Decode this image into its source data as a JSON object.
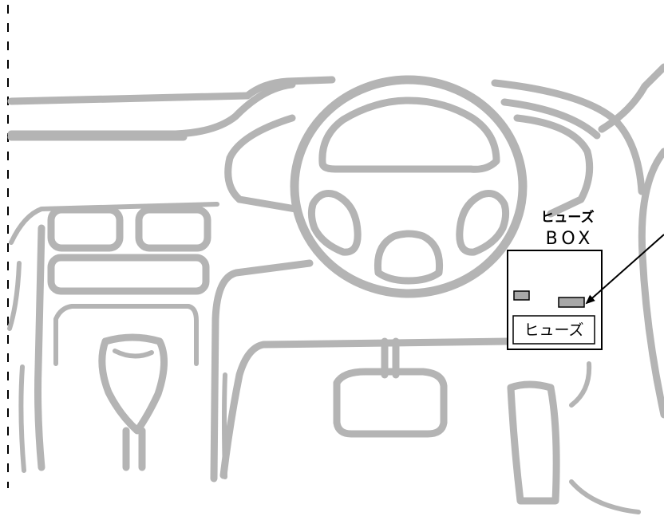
{
  "fuse_box": {
    "title_line1": "ヒューズ",
    "title_line2": "BOX",
    "inner_label": "ヒューズ"
  },
  "colors": {
    "line_gray": "#b4b4b4",
    "ink": "#000000",
    "fuse_fill": "#a8a8a8",
    "background": "#ffffff"
  }
}
